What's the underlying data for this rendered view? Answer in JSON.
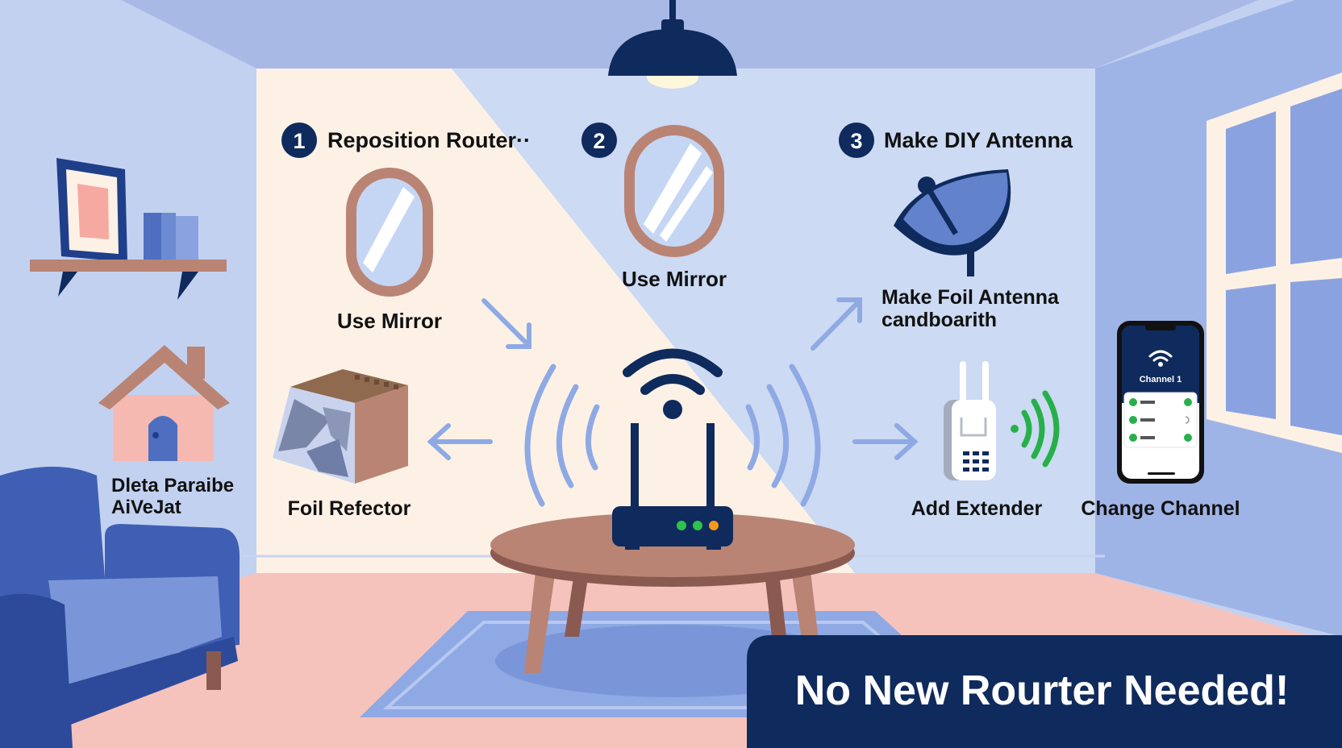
{
  "steps": [
    {
      "number": "1",
      "title": "Reposition Router··"
    },
    {
      "number": "2",
      "title": ""
    },
    {
      "number": "3",
      "title": "Make DIY Antenna"
    }
  ],
  "labels": {
    "mirror_1": "Use Mirror",
    "mirror_2": "Use Mirror",
    "foil_antenna_line1": "Make Foil Antenna",
    "foil_antenna_line2": "candboarith",
    "foil_reflector": "Foil Refector",
    "house_line1": "Dleta Paraibe",
    "house_line2": "AiVeJat",
    "extender": "Add Extender",
    "change_channel": "Change Channel"
  },
  "phone": {
    "channel": "Channel 1",
    "list_states": [
      "on",
      "loading",
      "on"
    ]
  },
  "banner": {
    "text": "No New Rourter Needed!"
  },
  "colors": {
    "navy": "#0f2a5c",
    "ceiling": "#a9b9e6",
    "wall_cream": "#fdf1e6",
    "wall_blue": "#ccdaf3",
    "floor": "#f6c3bc",
    "signal_blue": "#8fa9e4",
    "signal_green": "#27b04a",
    "wood": "#b98474",
    "led_green": "#2ec24a",
    "led_orange": "#f39a1c"
  }
}
